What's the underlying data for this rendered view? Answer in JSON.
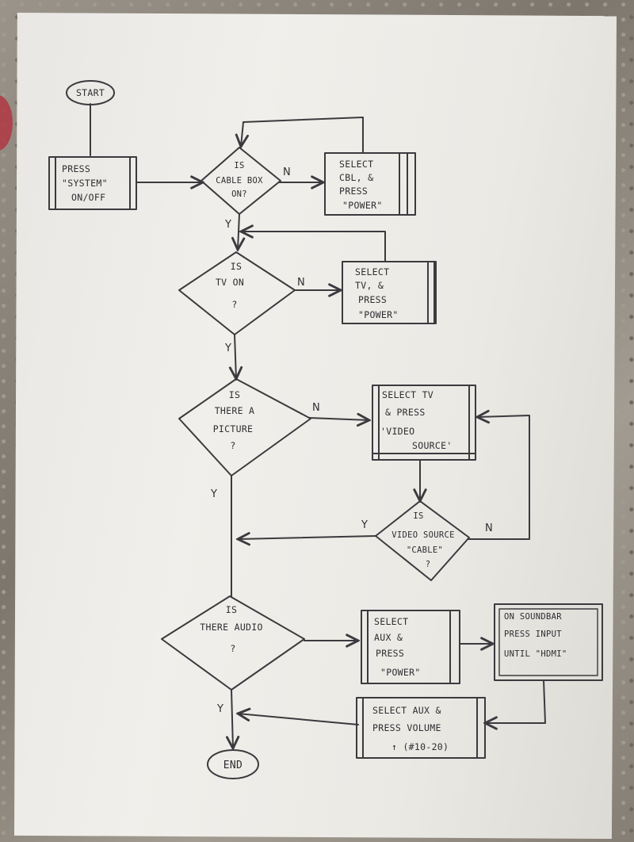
{
  "nodes": {
    "start": {
      "text": "START"
    },
    "press_system": {
      "lines": [
        "PRESS",
        "\"SYSTEM\"",
        "ON/OFF"
      ]
    },
    "cable_box_q": {
      "lines": [
        "IS",
        "CABLE BOX",
        "ON?"
      ]
    },
    "select_cbl": {
      "lines": [
        "SELECT",
        "CBL, &",
        "PRESS",
        "\"POWER\""
      ]
    },
    "tv_on_q": {
      "lines": [
        "IS",
        "TV ON",
        "?"
      ]
    },
    "select_tv": {
      "lines": [
        "SELECT",
        "TV, &",
        "PRESS",
        "\"POWER\""
      ]
    },
    "picture_q": {
      "lines": [
        "IS",
        "THERE A",
        "PICTURE",
        "?"
      ]
    },
    "select_tv_video": {
      "lines": [
        "SELECT TV",
        "& PRESS",
        "'VIDEO",
        "SOURCE'"
      ]
    },
    "video_source_q": {
      "lines": [
        "IS",
        "VIDEO SOURCE",
        "\"CABLE\"",
        "?"
      ]
    },
    "audio_q": {
      "lines": [
        "IS",
        "THERE AUDIO",
        "?"
      ]
    },
    "select_aux": {
      "lines": [
        "SELECT",
        "AUX &",
        "PRESS",
        "\"POWER\""
      ]
    },
    "soundbar": {
      "lines": [
        "ON SOUNDBAR",
        "PRESS INPUT",
        "UNTIL \"HDMI\""
      ]
    },
    "select_aux_volume": {
      "lines": [
        "SELECT AUX &",
        "PRESS VOLUME",
        "↑ (#10-20)"
      ]
    },
    "end": {
      "text": "END"
    }
  },
  "branch_labels": {
    "yes": "Y",
    "no": "N"
  }
}
